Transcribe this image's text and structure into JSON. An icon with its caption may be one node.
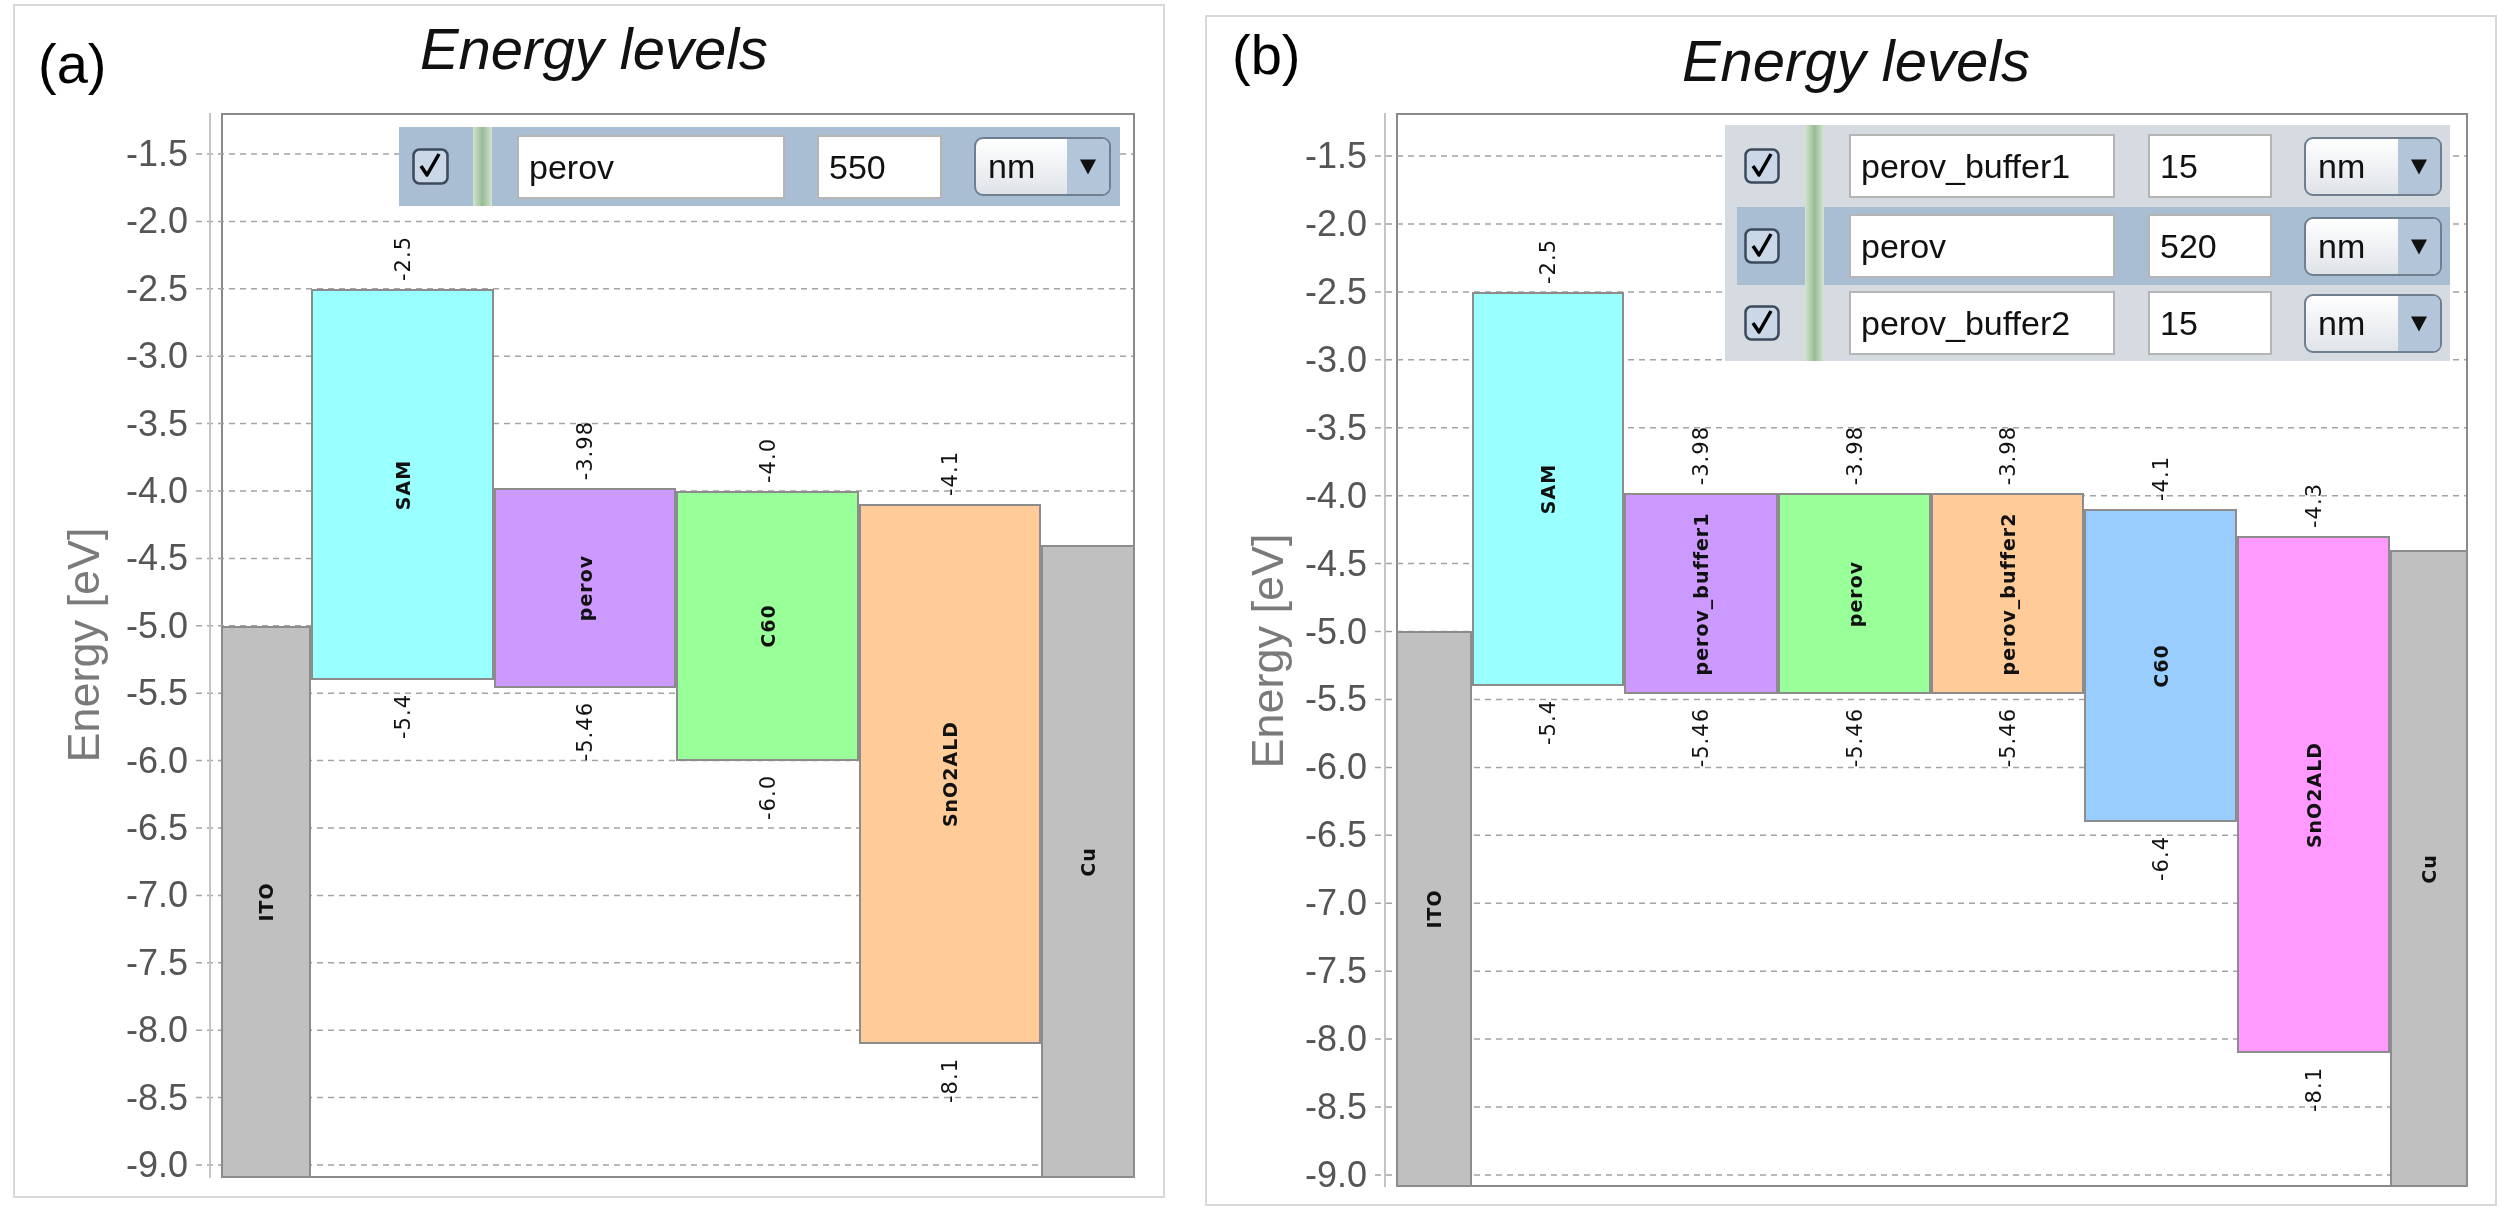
{
  "diagram": {
    "nodes": [
      {
        "text": [
          "(a)",
          "Energy levels"
        ]
      },
      {
        "text": [
          "ITO"
        ],
        "in": 0
      },
      {
        "text": [
          "SAM"
        ],
        "in": 0,
        "beside": [
          "-2.5",
          "-5.4"
        ]
      },
      {
        "text": [
          "perov"
        ],
        "in": 0,
        "beside": [
          "-3.98",
          "-5.46"
        ]
      },
      {
        "text": [
          "C60"
        ],
        "in": 0,
        "beside": [
          "-4.0",
          "-6.0"
        ]
      },
      {
        "text": [
          "SnO2ALD"
        ],
        "in": 0,
        "beside": [
          "-4.1",
          "-8.1"
        ]
      },
      {
        "text": [
          "Cu"
        ],
        "in": 0
      },
      {
        "text": [
          "(b)",
          "Energy levels"
        ]
      },
      {
        "text": [
          "ITO"
        ],
        "in": 7
      },
      {
        "text": [
          "SAM"
        ],
        "in": 7,
        "beside": [
          "-2.5",
          "-5.4"
        ]
      },
      {
        "text": [
          "perov_buffer1"
        ],
        "in": 7,
        "beside": [
          "-3.98",
          "-5.46"
        ]
      },
      {
        "text": [
          "perov"
        ],
        "in": 7,
        "beside": [
          "-3.98",
          "-5.46"
        ]
      },
      {
        "text": [
          "perov_buffer2"
        ],
        "in": 7,
        "beside": [
          "-3.98",
          "-5.46"
        ]
      },
      {
        "text": [
          "C60"
        ],
        "in": 7,
        "beside": [
          "-4.1",
          "-6.4"
        ]
      },
      {
        "text": [
          "SnO2ALD"
        ],
        "in": 7,
        "beside": [
          "-4.3",
          "-8.1"
        ]
      },
      {
        "text": [
          "Cu"
        ],
        "in": 7
      }
    ],
    "labels": [
      "-1.5",
      "-2.0",
      "-2.5",
      "-3.0",
      "-3.5",
      "-4.0",
      "-4.5",
      "-5.0",
      "-5.5",
      "-6.0",
      "-6.5",
      "-7.0",
      "-7.5",
      "-8.0",
      "-8.5",
      "-9.0",
      "Energy [eV]",
      "perov",
      "550",
      "nm",
      "-1.5",
      "-2.0",
      "-2.5",
      "-3.0",
      "-3.5",
      "-4.0",
      "-4.5",
      "-5.0",
      "-5.5",
      "-6.0",
      "-6.5",
      "-7.0",
      "-7.5",
      "-8.0",
      "-8.5",
      "-9.0",
      "Energy [eV]",
      "perov_buffer1",
      "15",
      "nm",
      "perov",
      "520",
      "nm",
      "perov_buffer2",
      "15",
      "nm"
    ]
  }
}
